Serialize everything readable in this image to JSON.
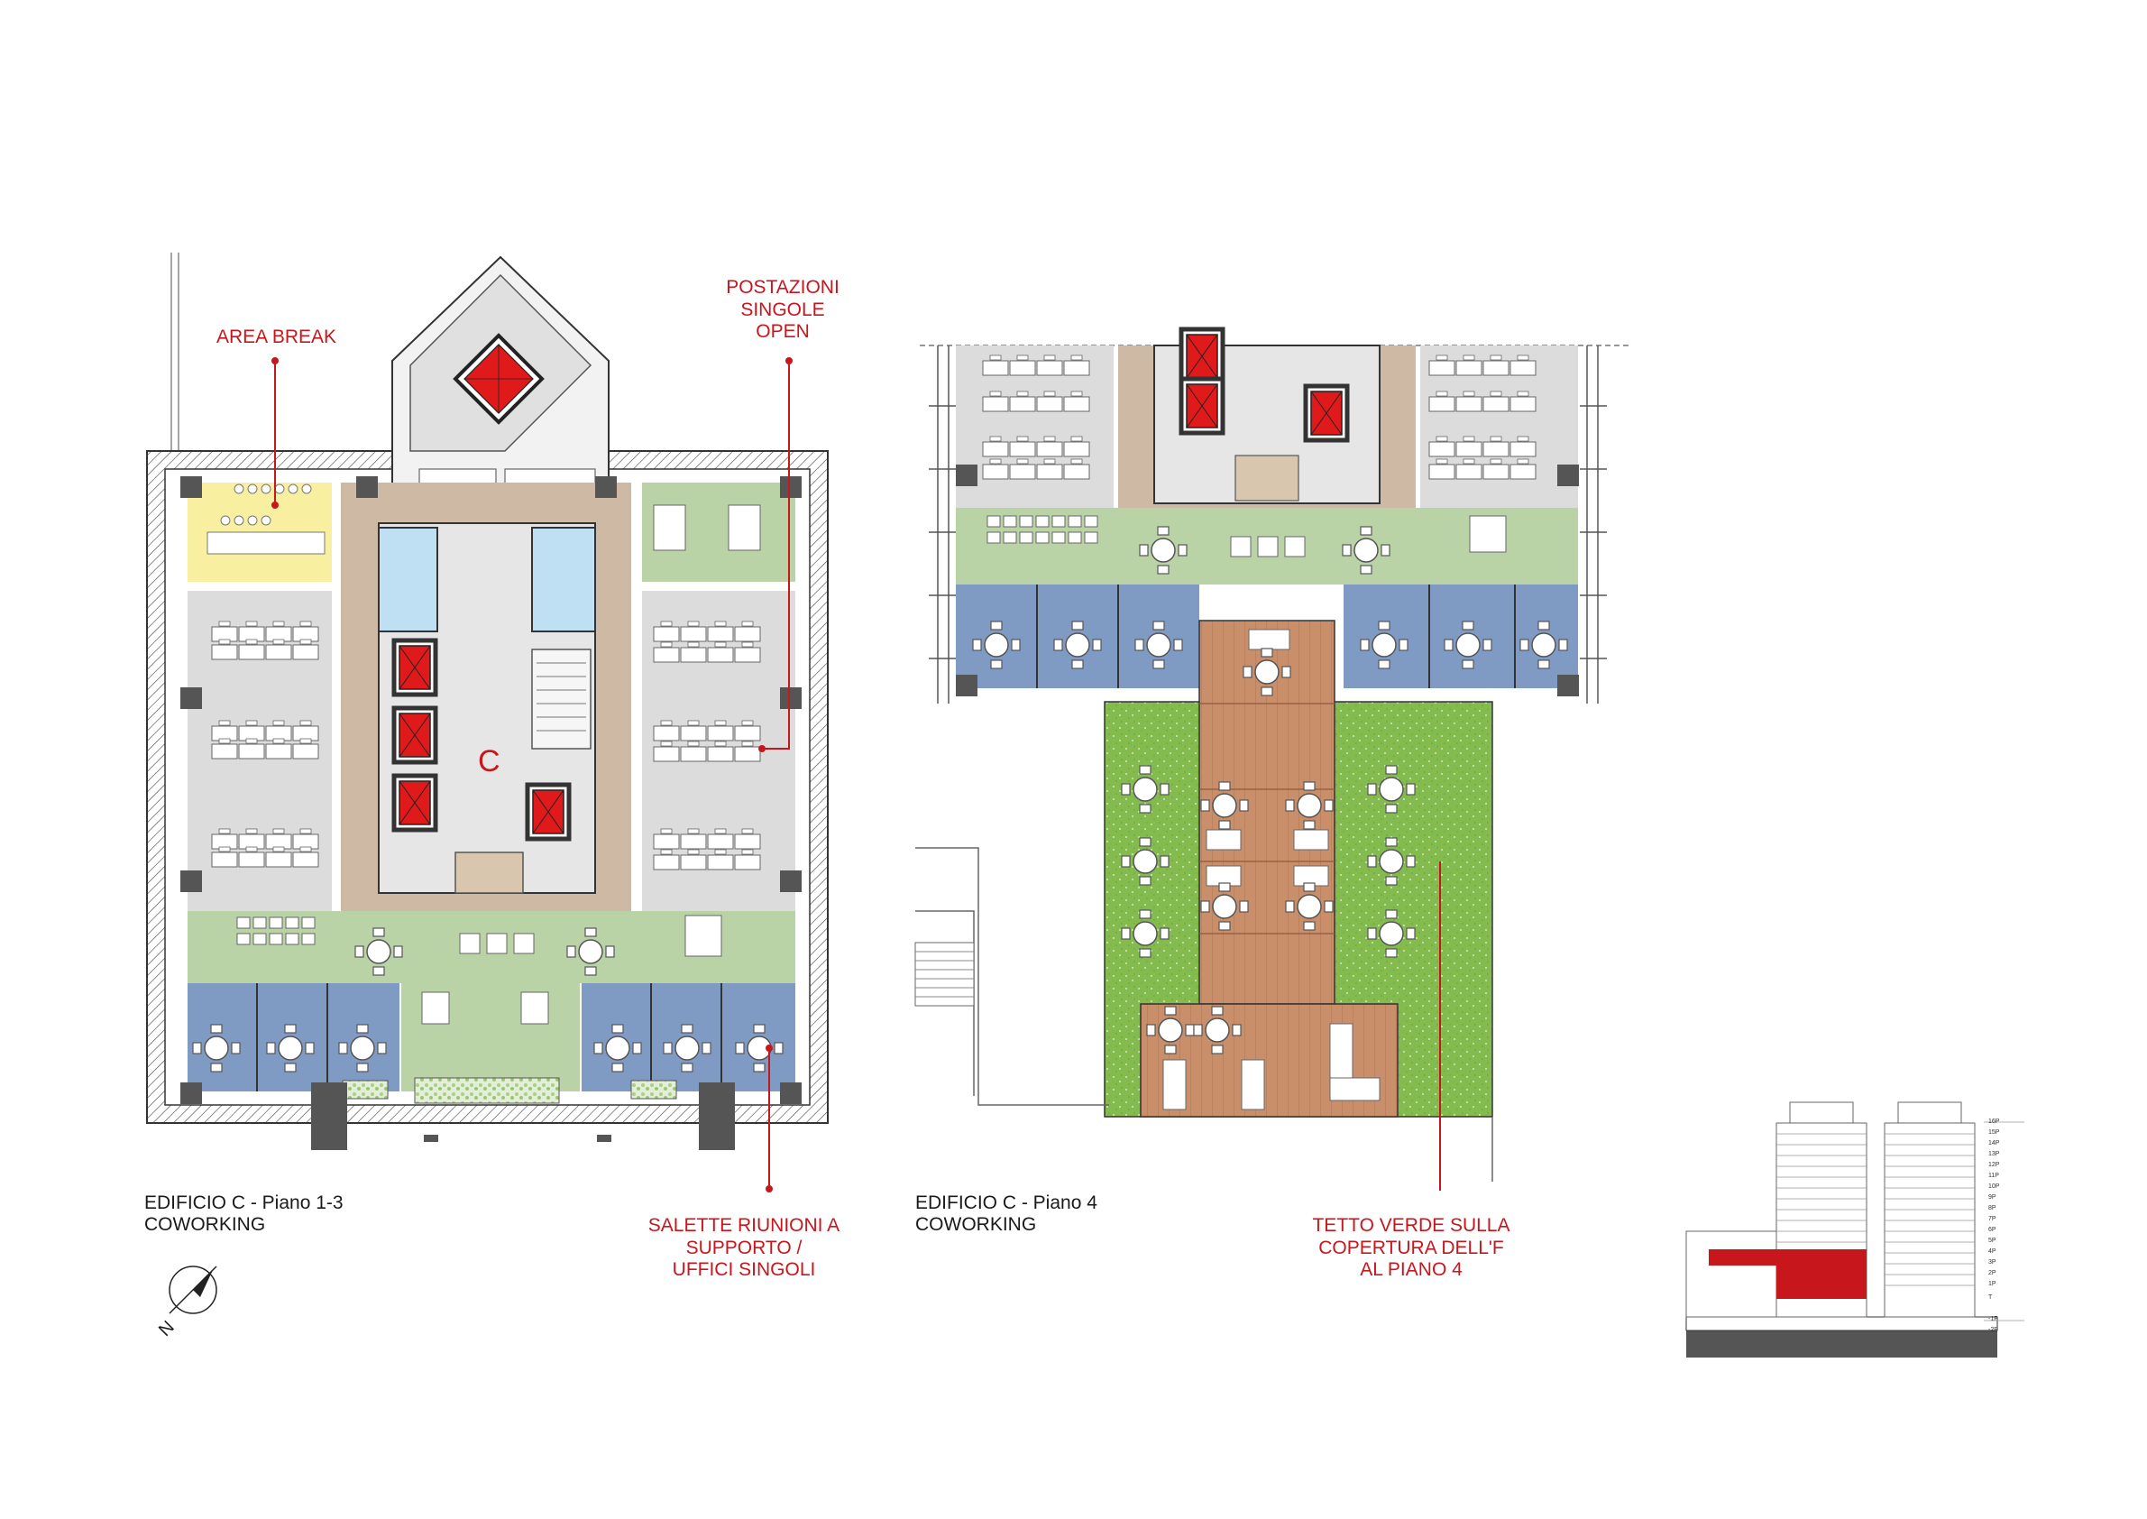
{
  "colors": {
    "accent_red": "#c8161d",
    "break_yellow": "#f8f0a0",
    "open_grey": "#dcdcdc",
    "lounge_green": "#b9d3a6",
    "meeting_blue": "#7f9bc4",
    "core_tan": "#cdb9a4",
    "wet_blue": "#bfe0f3",
    "deck_wood": "#c98e6a",
    "green_roof": "#84bb4f"
  },
  "plan1": {
    "title_line1": "EDIFICIO  C - Piano 1-3",
    "title_line2": "COWORKING",
    "core_letter": "C"
  },
  "plan2": {
    "title_line1": "EDIFICIO C - Piano 4",
    "title_line2": "COWORKING"
  },
  "callouts": {
    "area_break": "AREA BREAK",
    "postazioni": [
      "POSTAZIONI",
      "SINGOLE",
      "OPEN"
    ],
    "salette": [
      "SALETTE  RIUNIONI A",
      "SUPPORTO /",
      "UFFICI  SINGOLI"
    ],
    "tetto": [
      "TETTO VERDE SULLA",
      "COPERTURA DELL'F",
      "AL PIANO 4"
    ]
  },
  "compass": {
    "north_label": "N",
    "icon": "compass-icon"
  },
  "section": {
    "floors": [
      "16P",
      "15P",
      "14P",
      "13P",
      "12P",
      "11P",
      "10P",
      "9P",
      "8P",
      "7P",
      "6P",
      "5P",
      "4P",
      "3P",
      "2P",
      "1P",
      "T",
      "-1P",
      "-2P"
    ]
  }
}
